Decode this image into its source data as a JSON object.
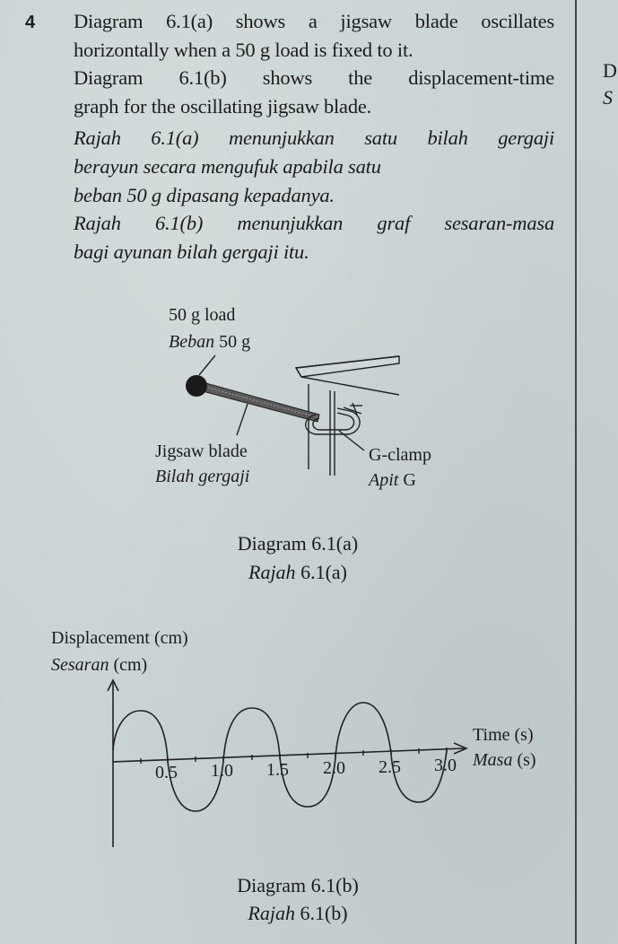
{
  "question": {
    "number": "4",
    "paragraph_en_1": [
      "Diagram 6.1(a) shows a jigsaw blade oscillates",
      "horizontally when a 50 g load is fixed to it."
    ],
    "paragraph_en_2": [
      "Diagram 6.1(b) shows the displacement-time",
      "graph for the oscillating jigsaw blade."
    ],
    "paragraph_ms_1": [
      "Rajah 6.1(a) menunjukkan satu bilah gergaji",
      "berayun secara mengufuk apabila satu",
      "beban 50 g dipasang kepadanya."
    ],
    "paragraph_ms_2": [
      "Rajah 6.1(b) menunjukkan graf sesaran-masa",
      "bagi ayunan bilah gergaji itu."
    ]
  },
  "side_margin": {
    "letter_1": "D",
    "letter_2": "S"
  },
  "diagram_a": {
    "load_label_en": "50 g load",
    "load_label_ms_italic": "Beban",
    "load_label_ms_rest": "50 g",
    "blade_label_en": "Jigsaw blade",
    "blade_label_ms": "Bilah gergaji",
    "clamp_label_en": "G-clamp",
    "clamp_label_ms_italic": "Apit",
    "clamp_label_ms_rest": "G",
    "caption_en": "Diagram 6.1(a)",
    "caption_ms_italic": "Rajah",
    "caption_ms_rest": "6.1(a)"
  },
  "diagram_b": {
    "y_label_en": "Displacement (cm)",
    "y_label_ms_italic": "Sesaran",
    "y_label_ms_rest": "(cm)",
    "x_label_en": "Time (s)",
    "x_label_ms_italic": "Masa",
    "x_label_ms_rest": "(s)",
    "caption_en": "Diagram 6.1(b)",
    "caption_ms_italic": "Rajah",
    "caption_ms_rest": "6.1(b)"
  },
  "chart_data": {
    "type": "line",
    "title": "Displacement-time graph for the oscillating jigsaw blade",
    "xlabel": "Time (s) / Masa (s)",
    "ylabel": "Displacement (cm) / Sesaran (cm)",
    "x_ticks": [
      "0.5",
      "1.0",
      "1.5",
      "2.0",
      "2.5",
      "3.0"
    ],
    "y_ticks": [],
    "xlim": [
      0,
      3.0
    ],
    "grid": false,
    "legend": "none",
    "series": [
      {
        "name": "displacement",
        "shape": "sine",
        "period_s": 1.0,
        "zero_crossings_s": [
          0,
          0.5,
          1.0,
          1.5,
          2.0,
          2.5,
          3.0
        ],
        "peaks_at_s": [
          0.25,
          1.25,
          2.25
        ],
        "troughs_at_s": [
          0.75,
          1.75,
          2.75
        ],
        "amplitude": "constant (unlabeled)"
      }
    ]
  }
}
